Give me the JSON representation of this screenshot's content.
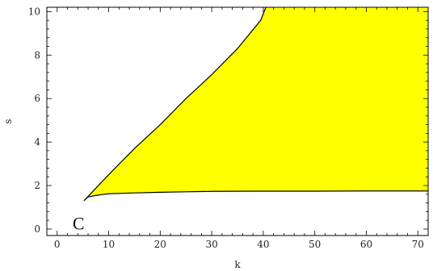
{
  "chart_data": {
    "type": "area",
    "xlabel": "k",
    "ylabel": "s",
    "xlim": [
      -2,
      72
    ],
    "ylim": [
      -0.3,
      10.2
    ],
    "x_ticks": [
      0,
      10,
      20,
      30,
      40,
      50,
      60,
      70
    ],
    "y_ticks": [
      0,
      2,
      4,
      6,
      8,
      10
    ],
    "grid": false,
    "fill_color": "#ffff00",
    "line_color": "#000000",
    "region": {
      "upper_boundary": {
        "x": [
          5.2,
          10,
          15,
          20,
          25,
          30,
          35,
          39.5,
          40.5
        ],
        "y": [
          1.3,
          2.5,
          3.7,
          4.8,
          6.0,
          7.1,
          8.3,
          9.6,
          10.2
        ]
      },
      "lower_boundary": {
        "x": [
          5.2,
          6,
          8,
          10,
          15,
          20,
          25,
          30,
          40,
          50,
          60,
          72
        ],
        "y": [
          1.3,
          1.48,
          1.56,
          1.62,
          1.66,
          1.69,
          1.71,
          1.73,
          1.74,
          1.74,
          1.75,
          1.75
        ]
      }
    },
    "annotations": [
      {
        "text": "C",
        "x": 5.2,
        "y": 0.2
      }
    ]
  }
}
